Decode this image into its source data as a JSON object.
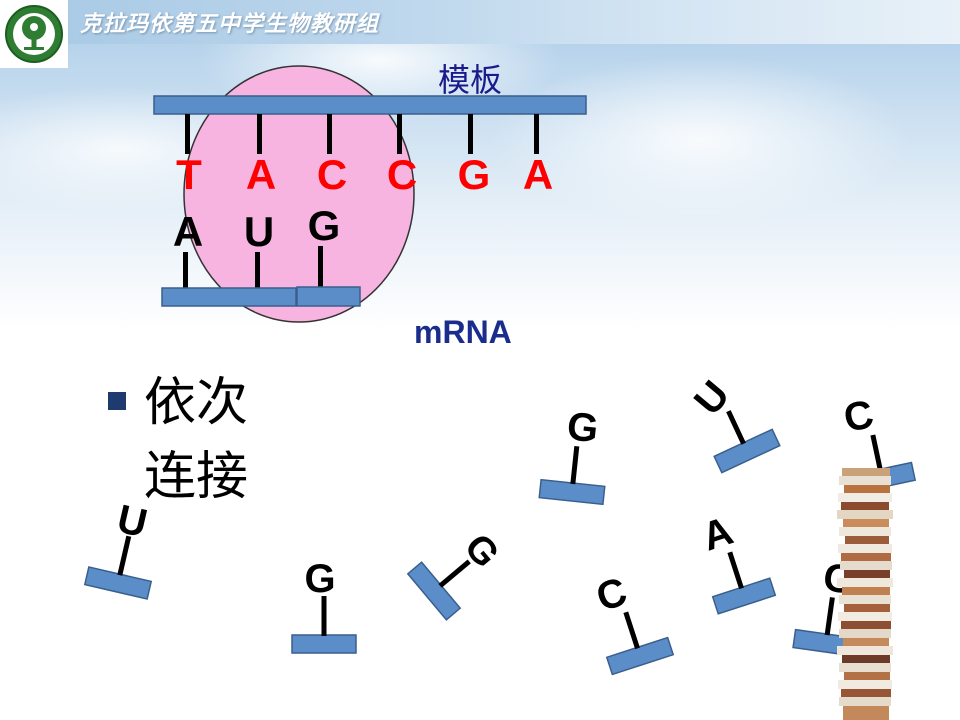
{
  "header": {
    "school_name": "克拉玛依第五中学生物教研组"
  },
  "diagram": {
    "template_label": "模板",
    "mrna_label": "mRNA",
    "template_bases": [
      "T",
      "A",
      "C",
      "C",
      "G",
      "A"
    ],
    "mrna_bases": [
      "A",
      "U",
      "G"
    ],
    "free_nucleotides": [
      "U",
      "G",
      "G",
      "G",
      "C",
      "A",
      "U",
      "C",
      "G"
    ]
  },
  "bullet": {
    "line1": "依次",
    "line2": "连接"
  },
  "colors": {
    "strand_fill": "#5b8ec9",
    "strand_stroke": "#3a5f8c",
    "enzyme_fill": "#f8b4e0",
    "template_base": "#ff0000",
    "label_blue": "#1a1a8c",
    "bullet": "#1f3a6e"
  }
}
